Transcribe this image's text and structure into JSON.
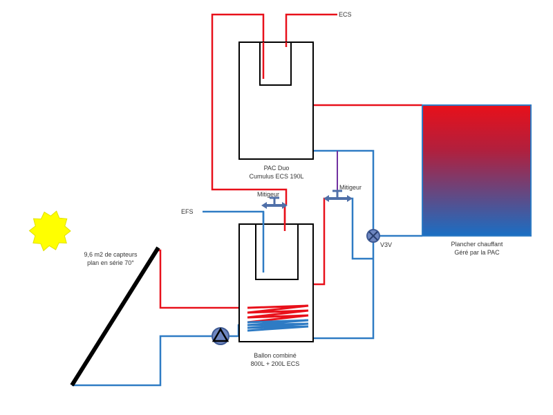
{
  "labels": {
    "ecs": "ECS",
    "efs": "EFS",
    "pac_duo": "PAC Duo",
    "pac_duo_sub": "Cumulus ECS 190L",
    "mitigeur_left": "Mitigeur",
    "mitigeur_right": "Mitigeur",
    "v3v": "V3V",
    "plancher": "Plancher chauffant",
    "plancher_sub": "Géré par la PAC",
    "capteurs": "9,6 m2 de capteurs",
    "capteurs_sub": "plan en série 70°",
    "ballon": "Ballon combiné",
    "ballon_sub": "800L + 200L ECS"
  },
  "colors": {
    "hot": "#e8101a",
    "cold": "#2e7bc4",
    "purple": "#7030a0",
    "valve": "#4f6fa8",
    "sun": "#ffff00",
    "outline": "#000000",
    "floor_border": "#2e7bc4"
  }
}
